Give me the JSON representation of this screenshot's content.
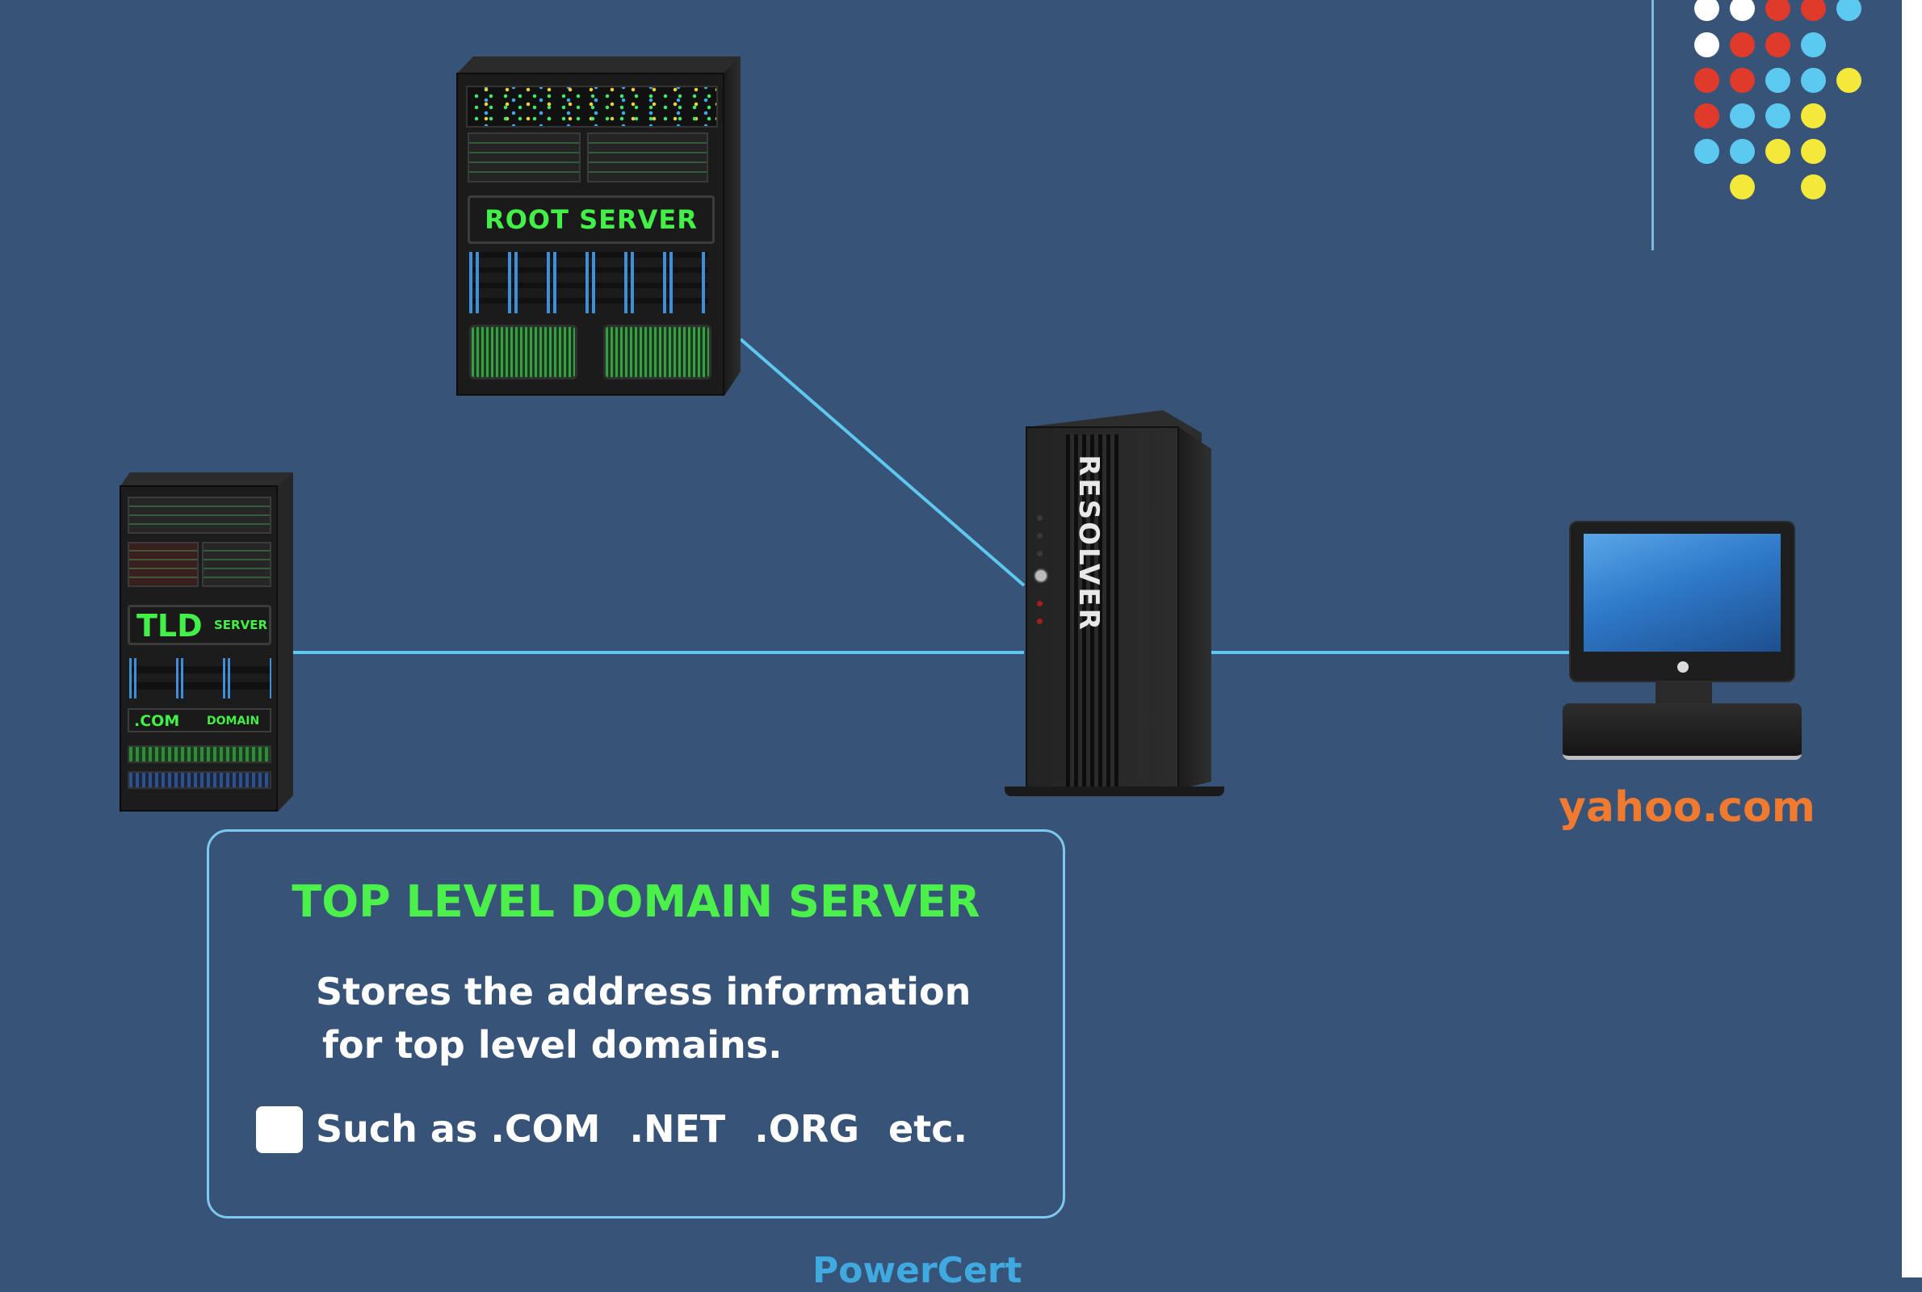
{
  "nodes": {
    "root_server": {
      "label": "ROOT SERVER"
    },
    "tld_server": {
      "label": "TLD",
      "sublabel": "SERVER",
      "domain_tag": ".COM",
      "domain_word": "DOMAIN"
    },
    "resolver": {
      "label": "RESOLVER"
    },
    "client": {
      "label": "yahoo.com"
    }
  },
  "info_box": {
    "title": "TOP LEVEL DOMAIN SERVER",
    "description_line1": "Stores the address information",
    "description_line2": "for top level domains.",
    "examples_lead": "Such as",
    "examples": [
      ".COM",
      ".NET",
      ".ORG",
      "etc."
    ]
  },
  "watermark": "PowerCert",
  "colors": {
    "background": "#375478",
    "link": "#5fc8ee",
    "server_label": "#43f047",
    "title": "#4bf04a",
    "client_label": "#f07a30",
    "box_border": "#7ec8ec"
  }
}
